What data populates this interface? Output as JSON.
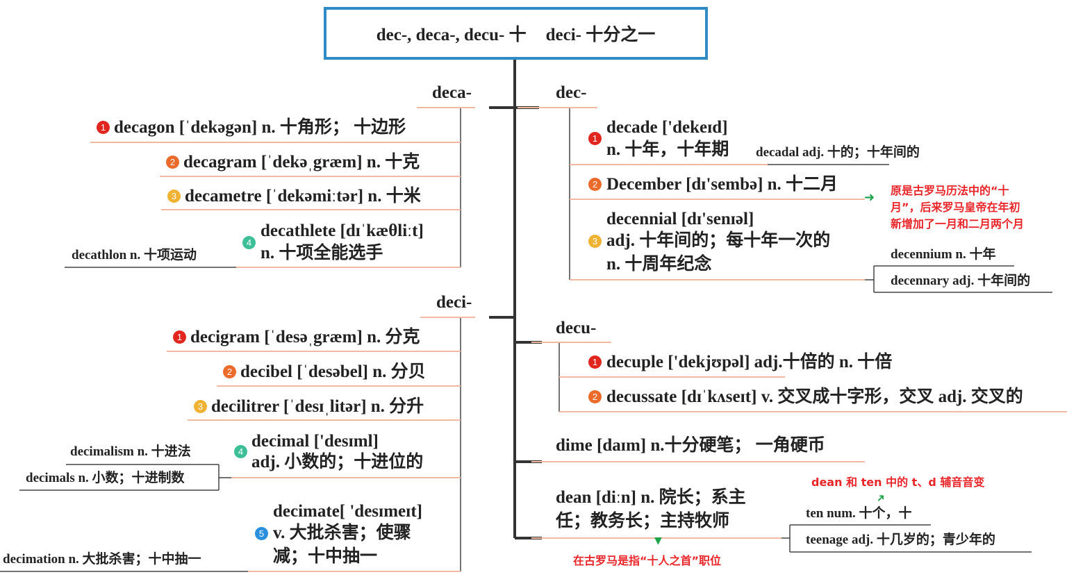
{
  "title": {
    "part1": "dec-, deca-, decu- 十",
    "part2": "deci- 十分之一"
  },
  "deca": {
    "label": "deca-",
    "items": [
      {
        "num": "1",
        "text": "decagon [ˈdekəgən] n. 十角形； 十边形"
      },
      {
        "num": "2",
        "text": "decagram [ˈdekəˌgræm] n. 十克"
      },
      {
        "num": "3",
        "text": "decametre [ˈdekəmiːtər] n. 十米"
      },
      {
        "num": "4",
        "line1": "decathlete [dɪˈkæθliːt]",
        "line2": "n. 十项全能选手",
        "derived": "decathlon n. 十项运动"
      }
    ]
  },
  "dec": {
    "label": "dec-",
    "items": [
      {
        "num": "1",
        "line1": "decade ['dekeɪd]",
        "line2": "n. 十年，十年期",
        "derived": "decadal adj. 十的；十年间的"
      },
      {
        "num": "2",
        "text": "December [dɪ'sembə] n. 十二月",
        "note": [
          "原是古罗马历法中的“十",
          "月”，后来罗马皇帝在年初",
          "新增加了一月和二月两个月"
        ]
      },
      {
        "num": "3",
        "line1": "decennial [dɪ'senɪəl]",
        "line2": "adj. 十年间的；每十年一次的",
        "line3": "n. 十周年纪念",
        "derived": [
          "decennium n. 十年",
          "decennary adj. 十年间的"
        ]
      }
    ]
  },
  "deci": {
    "label": "deci-",
    "items": [
      {
        "num": "1",
        "text": "decigram [ˈdesəˌgræm] n. 分克"
      },
      {
        "num": "2",
        "text": "decibel [ˈdesəbel] n. 分贝"
      },
      {
        "num": "3",
        "text": "decilitrer [ˈdesɪˌlitər] n. 分升"
      },
      {
        "num": "4",
        "line1": "decimal ['desɪml]",
        "line2": "adj. 小数的；十进位的",
        "derived": [
          "decimalism n. 十进法",
          "decimals n. 小数；十进制数"
        ]
      },
      {
        "num": "5",
        "line1": "decimate[ 'desɪmeɪt]",
        "line2": "v. 大批杀害；使骤",
        "line3": "减；十中抽一",
        "derived": "decimation n. 大批杀害；十中抽一"
      }
    ]
  },
  "decu": {
    "label": "decu-",
    "items": [
      {
        "num": "1",
        "text": "decuple ['dekjʊpəl] adj.十倍的 n. 十倍"
      },
      {
        "num": "2",
        "text": "decussate [dɪˈkʌseɪt] v. 交叉成十字形，交叉 adj. 交叉的"
      }
    ]
  },
  "dime": {
    "text": "dime [daɪm] n.十分硬笔； 一角硬币"
  },
  "dean": {
    "line1": "dean [diːn] n. 院长；系主",
    "line2": "任；教务长；主持牧师",
    "note_below": "在古罗马是指“十人之首”职位",
    "note_above": "dean 和 ten 中的 t、d 辅音音变",
    "derived": [
      "ten num. 十个，十",
      "teenage adj. 十几岁的；青少年的"
    ]
  },
  "colors": {
    "title_border": "#2e8bc6",
    "note": "#e8262a",
    "arrow": "#1ea34a",
    "branch": "#f2b8a2",
    "trunk": "#333333"
  }
}
